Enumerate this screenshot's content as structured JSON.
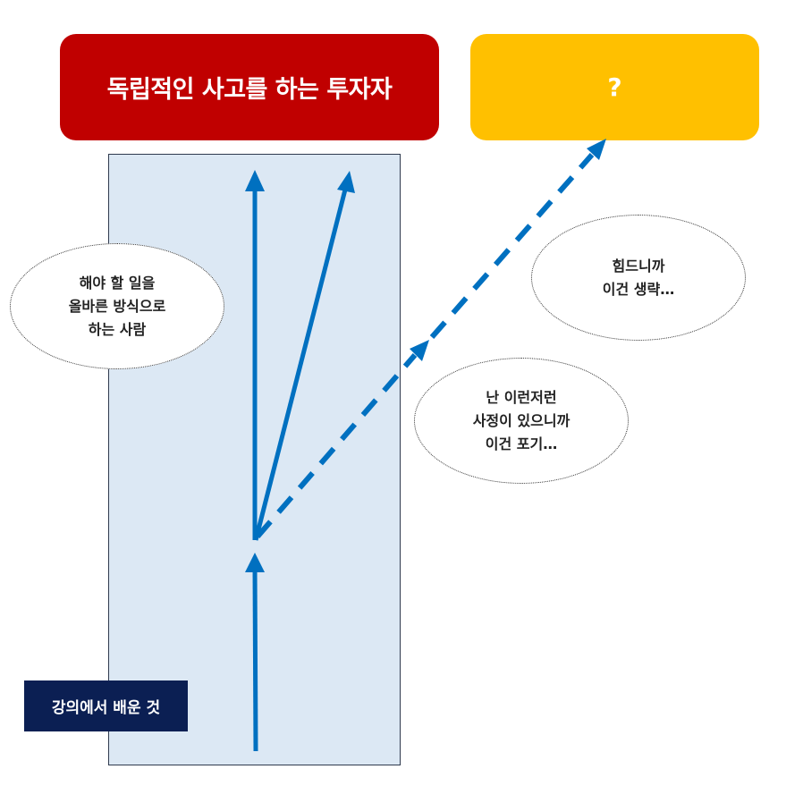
{
  "header": {
    "left_box_text": "독립적인 사고를 하는 투자자",
    "right_box_text": "?"
  },
  "bubbles": {
    "left": {
      "line1": "해야 할 일을",
      "line2": "올바른 방식으로",
      "line3": "하는 사람"
    },
    "top_right": {
      "line1": "힘드니까",
      "line2": "이건 생략…"
    },
    "mid_right": {
      "line1": "난 이런저런",
      "line2": "사정이 있으니까",
      "line3": "이건 포기…"
    }
  },
  "footer_label": "강의에서 배운 것",
  "colors": {
    "red": "#c00000",
    "yellow": "#ffc000",
    "panel": "#dce8f4",
    "arrow": "#0070c0",
    "navy": "#0b1f53"
  }
}
